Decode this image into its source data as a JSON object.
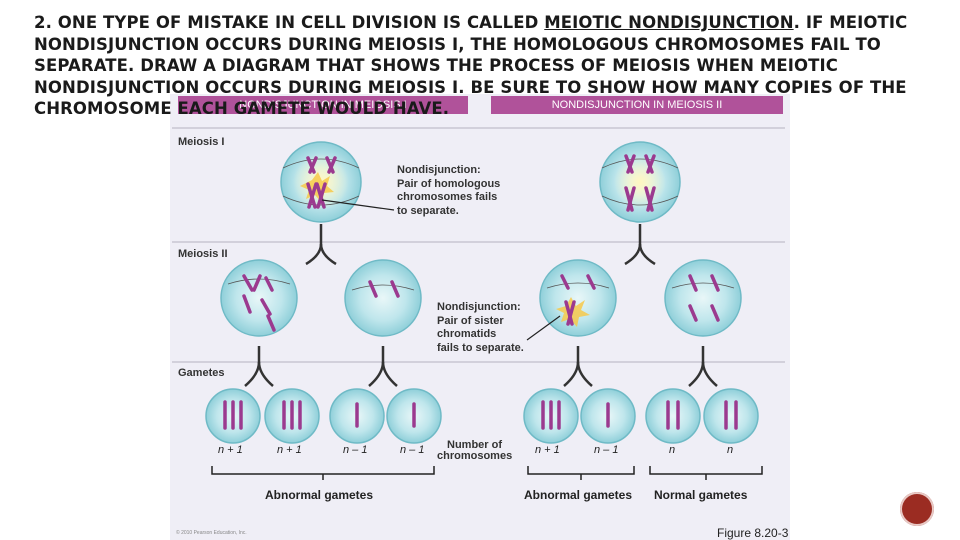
{
  "heading": {
    "prefix": "2. ONE TYPE OF MISTAKE IN CELL DIVISION IS CALLED ",
    "term": "MEIOTIC NONDISJUNCTION",
    "rest": ". IF MEIOTIC NONDISJUNCTION OCCURS DURING MEIOSIS I, THE HOMOLOGOUS CHROMOSOMES FAIL TO SEPARATE. DRAW A DIAGRAM THAT SHOWS THE PROCESS OF MEIOSIS WHEN MEIOTIC NONDISJUNCTION OCCURS DURING MEIOSIS I. BE SURE TO SHOW HOW MANY COPIES OF THE CHROMOSOME EACH GAMETE WOULD HAVE."
  },
  "figure": {
    "banner_left": "NONDISJUNCTION IN MEIOSIS I",
    "banner_right": "NONDISJUNCTION IN MEIOSIS II",
    "row_labels": {
      "meiosis1": "Meiosis I",
      "meiosis2": "Meiosis II",
      "gametes": "Gametes"
    },
    "note1": [
      "Nondisjunction:",
      "Pair of homologous",
      "chromosomes fails",
      "to separate."
    ],
    "note2": [
      "Nondisjunction:",
      "Pair of sister",
      "chromatids",
      "fails to separate."
    ],
    "number_label": [
      "Number of",
      "chromosomes"
    ],
    "gamete_counts": [
      "n + 1",
      "n + 1",
      "n – 1",
      "n – 1",
      "n + 1",
      "n – 1",
      "n",
      "n"
    ],
    "group_labels": {
      "abnormal_left": "Abnormal gametes",
      "abnormal_right": "Abnormal gametes",
      "normal": "Normal gametes"
    },
    "copyright": "© 2010 Pearson Education, Inc.",
    "figure_label": "Figure 8.20-3"
  },
  "colors": {
    "banner": "#b0529a",
    "cell": "#b7e4ea",
    "chromosome": "#9b3a8f",
    "badge": "#9b2c22"
  }
}
